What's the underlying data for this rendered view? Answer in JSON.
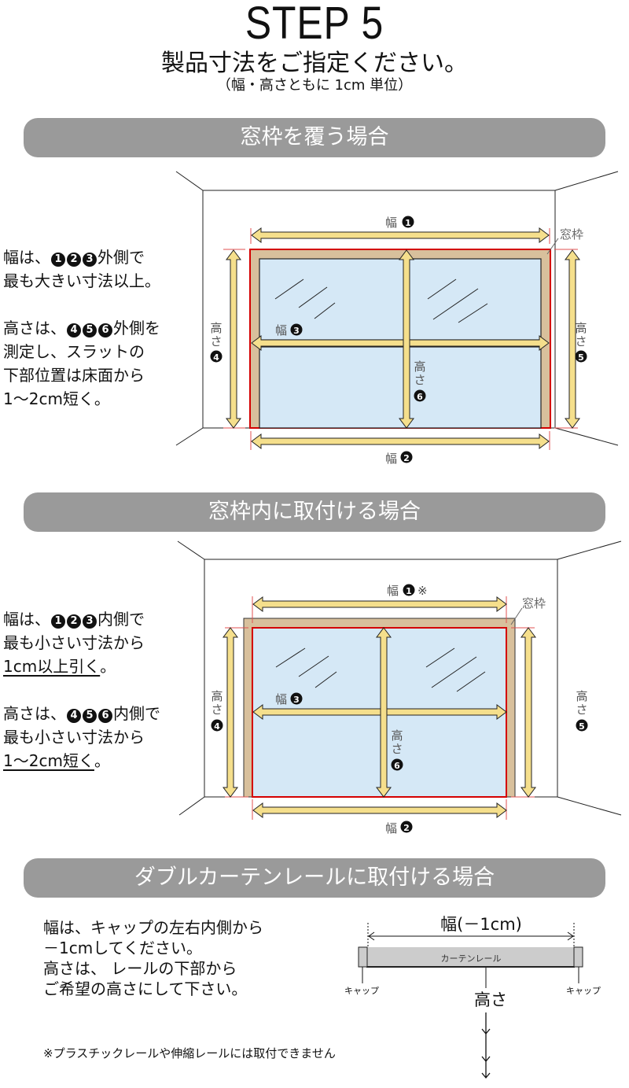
{
  "header": {
    "step": "STEP 5",
    "subtitle": "製品寸法をご指定ください。",
    "note": "（幅・高さともに 1cm 単位）"
  },
  "sections": [
    {
      "banner": "窓枠を覆う場合",
      "description": {
        "line1_prefix": "幅は、",
        "line1_nums": [
          "1",
          "2",
          "3"
        ],
        "line1_suffix": "外側で",
        "line2": "最も大きい寸法以上。",
        "line3_prefix": "高さは、",
        "line3_nums": [
          "4",
          "5",
          "6"
        ],
        "line3_suffix": "外側を",
        "line4": "測定し、スラットの",
        "line5": "下部位置は床面から",
        "line6": "1〜2cm短く。"
      },
      "diagram": {
        "frame_label": "窓枠",
        "width_label": "幅",
        "height_label_top": "高",
        "height_label_bottom": "さ",
        "nums": [
          "1",
          "2",
          "3",
          "4",
          "5",
          "6"
        ]
      }
    },
    {
      "banner": "窓枠内に取付ける場合",
      "description": {
        "line1_prefix": "幅は、",
        "line1_nums": [
          "1",
          "2",
          "3"
        ],
        "line1_suffix": "内側で",
        "line2": "最も小さい寸法から",
        "line3": "1cm以上引く",
        "line3_end": "。",
        "line4_prefix": "高さは、",
        "line4_nums": [
          "4",
          "5",
          "6"
        ],
        "line4_suffix": "内側で",
        "line5": "最も小さい寸法から",
        "line6": "1〜2cm短く",
        "line6_end": "。"
      },
      "diagram": {
        "frame_label": "窓枠",
        "width_label": "幅",
        "note_mark": "※",
        "height_label_top": "高",
        "height_label_bottom": "さ",
        "nums": [
          "1",
          "2",
          "3",
          "4",
          "5",
          "6"
        ]
      }
    },
    {
      "banner": "ダブルカーテンレールに取付ける場合",
      "description": {
        "line1": "幅は、キャップの左右内側から",
        "line2": "－1cmしてください。",
        "line3": "高さは、 レールの下部から",
        "line4": "ご希望の高さにして下さい。"
      },
      "note": "※プラスチックレールや伸縮レールには取付できません",
      "diagram": {
        "width_label": "幅(－1cm)",
        "rail_label": "カーテンレール",
        "cap_left": "キャップ",
        "cap_right": "キャップ",
        "height_label": "高さ"
      }
    }
  ],
  "colors": {
    "banner": "#9a9a9a",
    "frame": "#d8c09c",
    "glass": "#d5e8f6",
    "arrow_fill": "#f5df8c",
    "red_line": "#d40000",
    "rail": "#cccccc"
  }
}
